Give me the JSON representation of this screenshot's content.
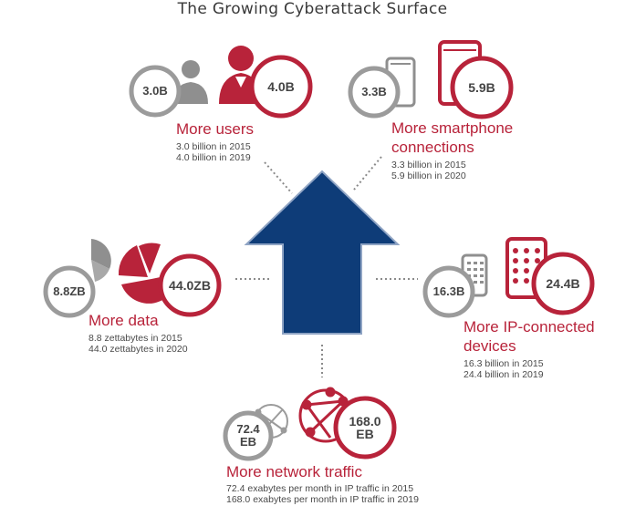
{
  "title": "The Growing Cyberattack Surface",
  "colors": {
    "red": "#b8233a",
    "gray": "#9b9b9b",
    "navy": "#0e3c78"
  },
  "users": {
    "heading": "More users",
    "old_value": "3.0B",
    "new_value": "4.0B",
    "line1": "3.0 billion in 2015",
    "line2": "4.0 billion in 2019",
    "icon": "person-icon"
  },
  "smartphones": {
    "heading_line1": "More smartphone",
    "heading_line2": "connections",
    "old_value": "3.3B",
    "new_value": "5.9B",
    "line1": "3.3 billion in 2015",
    "line2": "5.9 billion in 2020",
    "icon": "smartphone-icon"
  },
  "data": {
    "heading": "More data",
    "old_value": "8.8ZB",
    "new_value": "44.0ZB",
    "line1": "8.8 zettabytes in 2015",
    "line2": "44.0 zettabytes in 2020",
    "icon": "pie-chart-icon"
  },
  "devices": {
    "heading_line1": "More IP-connected",
    "heading_line2": "devices",
    "old_value": "16.3B",
    "new_value": "24.4B",
    "line1": "16.3 billion in 2015",
    "line2": "24.4 billion in 2019",
    "icon": "keypad-device-icon"
  },
  "traffic": {
    "heading": "More network traffic",
    "old_value_line1": "72.4",
    "old_value_line2": "EB",
    "new_value_line1": "168.0",
    "new_value_line2": "EB",
    "line1": "72.4 exabytes per month in IP traffic in 2015",
    "line2": "168.0 exabytes per month in IP traffic in 2019",
    "icon": "network-icon"
  }
}
